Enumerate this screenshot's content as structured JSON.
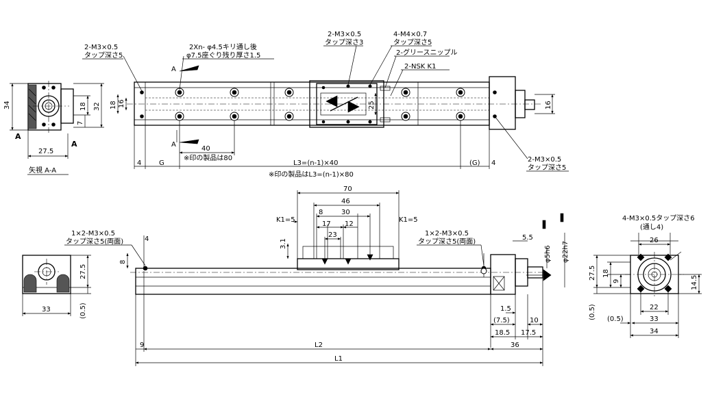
{
  "view_label": "矢視 A-A",
  "notes": {
    "hole_2xn": "2Xn- φ4.5キリ通し後",
    "hole_2xn_sub": "φ7.5座ぐり残り厚さ1.5",
    "tap_2m3": "2-M3×0.5",
    "tap_depth5": "タップ深さ5",
    "tap_depth3": "タップ深さ3",
    "tap_4m4": "4-M4×0.7",
    "grease": "2-グリースニップル",
    "nsk": "2-NSK  K1",
    "mark_80": "※印の製品は80",
    "l3": "L3=(n-1)×40",
    "l3_mark": "※印の製品はL3=(n-1)×80",
    "side_tap": "1×2-M3×0.5",
    "side_tap_depth": "タップ深さ5(両面)",
    "end_tap": "4-M3×0.5タップ深さ6",
    "end_tap_sub": "(通し4)",
    "k1": "K1=5",
    "shaft_small": "φ5h6",
    "shaft_large": "φ22h7",
    "section_a": "A"
  },
  "dims_top": {
    "d34": "34",
    "d18a": "18",
    "d32": "32",
    "d7": "7",
    "d275": "27.5",
    "d18b": "18",
    "d16a": "16",
    "d40": "40",
    "d4a": "4",
    "g": "G",
    "g_paren": "(G)",
    "d4b": "4",
    "d25": "25",
    "d16b": "16"
  },
  "dims_front": {
    "d70": "70",
    "d46": "46",
    "d30": "30",
    "d8": "8",
    "d17": "17",
    "d12": "12",
    "d23": "23",
    "d31": "3.1",
    "d4": "4",
    "d8b": "8",
    "d55": "5.5",
    "d15": "1.5",
    "d75": "(7.5)",
    "d10": "10",
    "d185": "18.5",
    "d175": "17.5",
    "d9": "9",
    "d36": "36",
    "l2": "L2",
    "l1": "L1"
  },
  "dims_left": {
    "d275": "27.5",
    "d33": "33",
    "d05": "(0.5)"
  },
  "dims_right": {
    "d26": "26",
    "d275": "27.5",
    "d18": "18",
    "d9": "9",
    "d145": "14.5",
    "d22": "22",
    "d05a": "(0.5)",
    "d05b": "(0.5)",
    "d33": "33",
    "d34": "34"
  }
}
